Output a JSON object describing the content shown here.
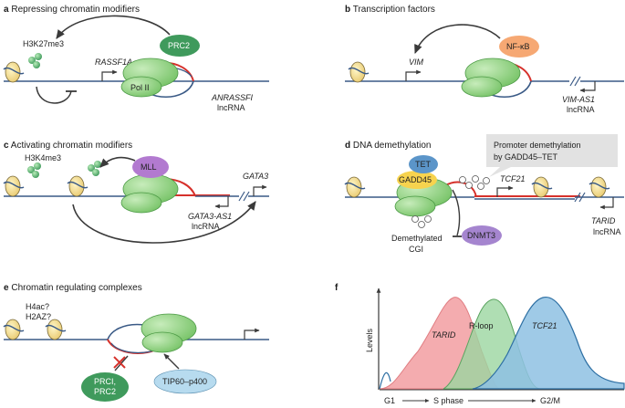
{
  "panels": {
    "a": {
      "letter": "a",
      "title": "Repressing chromatin modifiers",
      "mark": "H3K27me3",
      "gene": "RASSF1A",
      "complex": "PRC2",
      "polymerase": "Pol II",
      "lnc_name": "ANRASSFI",
      "lnc_type": "lncRNA"
    },
    "b": {
      "letter": "b",
      "title": "Transcription factors",
      "factor": "NF-κB",
      "gene": "VIM",
      "lnc_name": "VIM-AS1",
      "lnc_type": "lncRNA"
    },
    "c": {
      "letter": "c",
      "title": "Activating chromatin modifiers",
      "mark": "H3K4me3",
      "complex": "MLL",
      "gene": "GATA3",
      "lnc_name": "GATA3-AS1",
      "lnc_type": "lncRNA"
    },
    "d": {
      "letter": "d",
      "title": "DNA demethylation",
      "callout_line1": "Promoter demethylation",
      "callout_line2": "by GADD45–TET",
      "tet": "TET",
      "gadd45": "GADD45",
      "dnmt3": "DNMT3",
      "cgi_line1": "Demethylated",
      "cgi_line2": "CGI",
      "gene": "TCF21",
      "lnc_name": "TARID",
      "lnc_type": "lncRNA"
    },
    "e": {
      "letter": "e",
      "title": "Chromatin regulating complexes",
      "mark_line1": "H4ac?",
      "mark_line2": "H2AZ?",
      "prc_line1": "PRCI,",
      "prc_line2": "PRC2",
      "tip60": "TIP60–p400"
    },
    "f": {
      "letter": "f",
      "ylabel": "Levels",
      "series_tarid": "TARID",
      "series_rloop": "R-loop",
      "series_tcf21": "TCF21",
      "x_g1": "G1",
      "x_s": "S phase",
      "x_g2m": "G2/M"
    }
  },
  "colors": {
    "dna": "#3a5a86",
    "rna_red": "#d6312b",
    "polymerase": "#8fd17f",
    "prc2": "#3f9a5c",
    "nfkb": "#f6a873",
    "mll": "#b27ad0",
    "tet": "#5b95c9",
    "gadd45": "#f7d34e",
    "dnmt3": "#a585cf",
    "tip60": "#b7dbef",
    "callout_bg": "#e2e2e2",
    "tarid_fill": "#f3a3a6",
    "rloop_fill": "#9bd6a0",
    "tcf21_fill": "#8ec1e3"
  },
  "chart_data": {
    "type": "area",
    "xlabel": "",
    "ylabel": "Levels",
    "x_categories": [
      "G1",
      "S phase",
      "G2/M"
    ],
    "series": [
      {
        "name": "TARID"
      },
      {
        "name": "R-loop"
      },
      {
        "name": "TCF21"
      }
    ]
  }
}
